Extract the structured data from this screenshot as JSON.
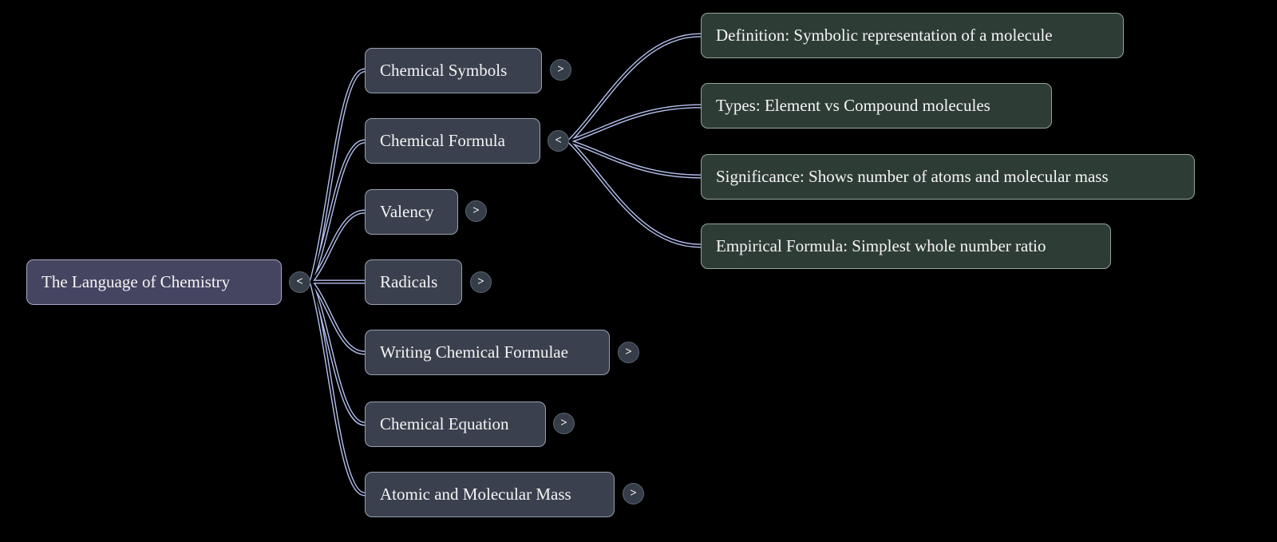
{
  "palette": {
    "background": "#000000",
    "root_fill": "#454562",
    "root_border": "#a6a6c6",
    "topic_fill": "#3a404d",
    "topic_border": "#98a0ae",
    "subtopic_fill": "#2e3c36",
    "subtopic_border": "#96a69a",
    "link_color": "#b4c0ef",
    "toggle_fill": "#353d48",
    "text_color": "#f5f5f5"
  },
  "root": {
    "label": "The Language of Chemistry",
    "toggle": "<"
  },
  "topics": [
    {
      "label": "Chemical Symbols",
      "toggle": ">"
    },
    {
      "label": "Chemical Formula",
      "toggle": "<"
    },
    {
      "label": "Valency",
      "toggle": ">"
    },
    {
      "label": "Radicals",
      "toggle": ">"
    },
    {
      "label": "Writing Chemical Formulae",
      "toggle": ">"
    },
    {
      "label": "Chemical Equation",
      "toggle": ">"
    },
    {
      "label": "Atomic and Molecular Mass",
      "toggle": ">"
    }
  ],
  "subtopics": [
    {
      "label": "Definition: Symbolic representation of a molecule"
    },
    {
      "label": "Types: Element vs Compound molecules"
    },
    {
      "label": "Significance: Shows number of atoms and molecular mass"
    },
    {
      "label": "Empirical Formula: Simplest whole number ratio"
    }
  ]
}
